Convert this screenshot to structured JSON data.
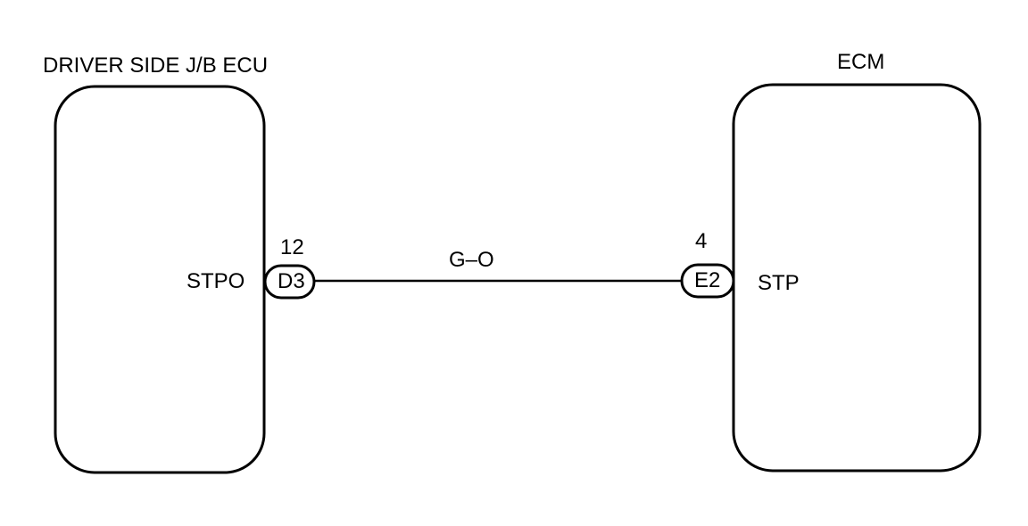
{
  "left_unit": {
    "name": "DRIVER SIDE J/B ECU",
    "terminal": "STPO",
    "connector": "D3",
    "pin": "12"
  },
  "right_unit": {
    "name": "ECM",
    "terminal": "STP",
    "connector": "E2",
    "pin": "4"
  },
  "wire": {
    "color_code": "G–O"
  },
  "colors": {
    "line": "#000000",
    "background": "#ffffff"
  }
}
